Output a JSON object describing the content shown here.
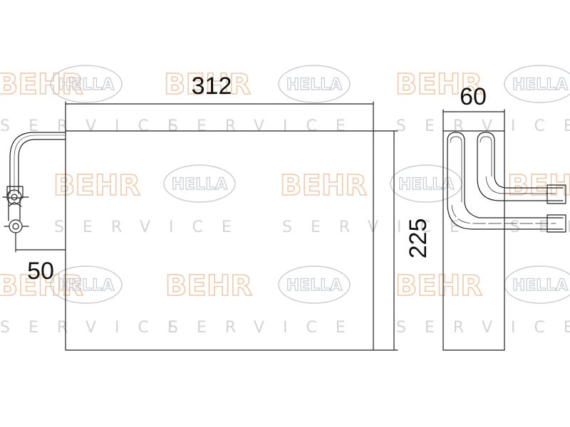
{
  "watermark": {
    "brand_behr": "BEHR",
    "brand_hella": "HELLA",
    "service": "SERVICE",
    "behr_color": "#f2c9a8",
    "hella_color": "#c8ccd4",
    "service_color": "#d4d4d4"
  },
  "drawing": {
    "line_color": "#222222",
    "dimensions": {
      "width": "312",
      "depth": "60",
      "height": "225",
      "pipe_offset": "50"
    }
  }
}
